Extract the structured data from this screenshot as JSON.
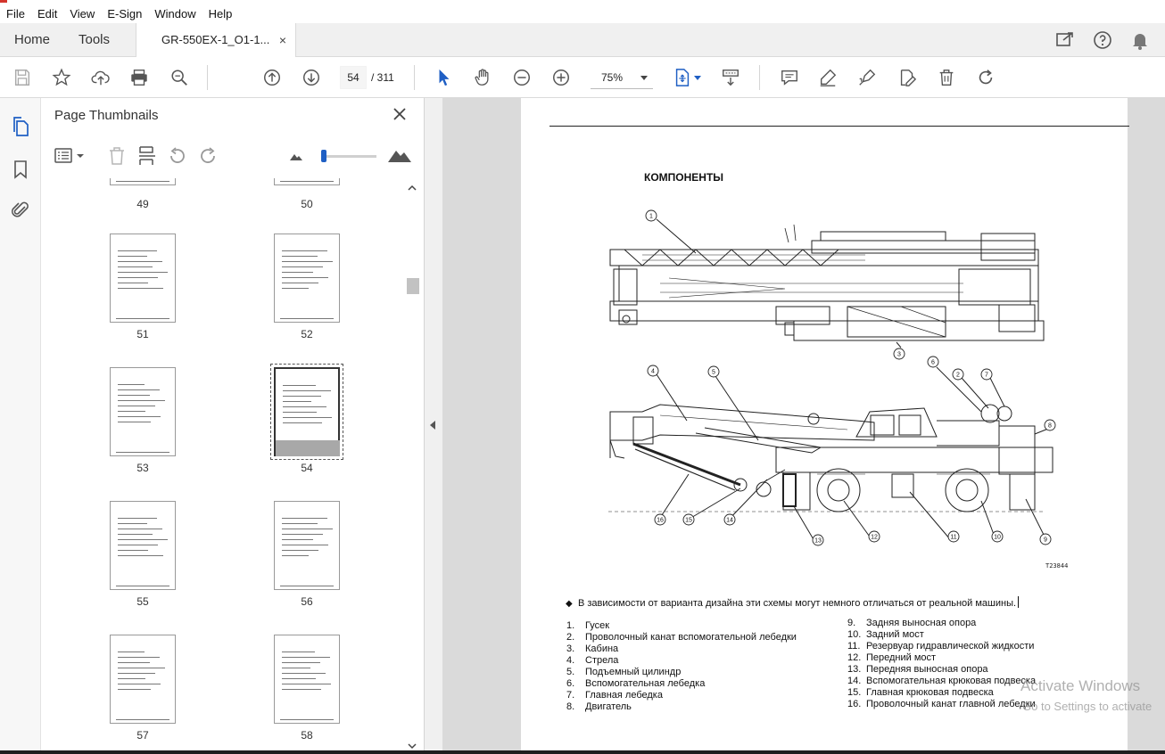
{
  "menu": {
    "items": [
      "File",
      "Edit",
      "View",
      "E-Sign",
      "Window",
      "Help"
    ]
  },
  "tabs": {
    "home": "Home",
    "tools": "Tools",
    "doc_title": "GR-550EX-1_O1-1...",
    "close": "×"
  },
  "toolbar": {
    "page_current": "54",
    "page_total": "/  311",
    "zoom": "75%"
  },
  "thumbnails": {
    "title": "Page Thumbnails",
    "slider_fraction": 0.05,
    "pages": [
      "49",
      "50",
      "51",
      "52",
      "53",
      "54",
      "55",
      "56",
      "57",
      "58"
    ],
    "selected_page": "54"
  },
  "document": {
    "heading": "КОМПОНЕНТЫ",
    "figure_code": "T23844",
    "callouts": [
      "1",
      "2",
      "3",
      "4",
      "5",
      "6",
      "7",
      "8",
      "9",
      "10",
      "11",
      "12",
      "13",
      "14",
      "15",
      "16"
    ],
    "note": "В зависимости от варианта дизайна эти схемы могут немного отличаться от реальной машины.",
    "legend_left": [
      {
        "num": "1.",
        "text": "Гусек"
      },
      {
        "num": "2.",
        "text": "Проволочный канат вспомогательной лебедки"
      },
      {
        "num": "3.",
        "text": "Кабина"
      },
      {
        "num": "4.",
        "text": "Стрела"
      },
      {
        "num": "5.",
        "text": "Подъемный цилиндр"
      },
      {
        "num": "6.",
        "text": "Вспомогательная лебедка"
      },
      {
        "num": "7.",
        "text": "Главная лебедка"
      },
      {
        "num": "8.",
        "text": "Двигатель"
      }
    ],
    "legend_right": [
      {
        "num": "9.",
        "text": "Задняя выносная опора"
      },
      {
        "num": "10.",
        "text": "Задний мост"
      },
      {
        "num": "11.",
        "text": "Резервуар гидравлической жидкости"
      },
      {
        "num": "12.",
        "text": "Передний мост"
      },
      {
        "num": "13.",
        "text": "Передняя выносная опора"
      },
      {
        "num": "14.",
        "text": "Вспомогательная крюковая подвеска"
      },
      {
        "num": "15.",
        "text": "Главная крюковая подвеска"
      },
      {
        "num": "16.",
        "text": "Проволочный канат главной лебедки"
      }
    ]
  },
  "watermark": {
    "line1": "Activate Windows",
    "line2": "Go to Settings to activate"
  },
  "colors": {
    "accent": "#1f5fc4",
    "brand_red": "#d4342c"
  }
}
